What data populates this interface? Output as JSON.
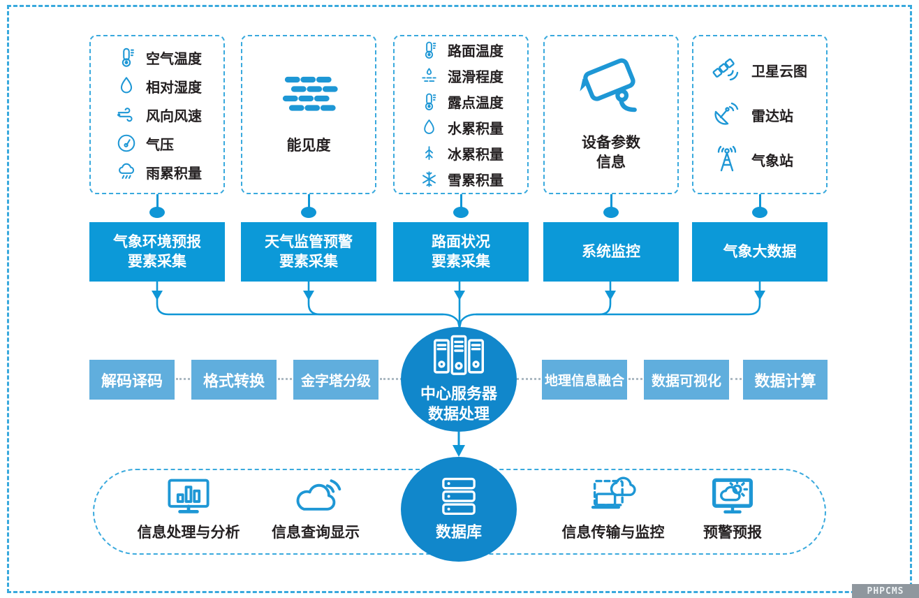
{
  "colors": {
    "collector_blue": "#0c99d8",
    "hub_blue": "#1187cb",
    "process_blue": "#60aedd",
    "dashed_border_blue": "#39a9dd",
    "icon_blue": "#1e97d5",
    "connector_blue": "#0f96d6",
    "dotted_connector_gray": "#abb9c2",
    "text_dark": "#231f20",
    "watermark_bg": "#8f979e"
  },
  "source_boxes": [
    {
      "items": [
        {
          "icon": "thermometer-icon",
          "label": "空气温度"
        },
        {
          "icon": "water-drop-icon",
          "label": "相对湿度"
        },
        {
          "icon": "wind-icon",
          "label": "风向风速"
        },
        {
          "icon": "barometer-icon",
          "label": "气压"
        },
        {
          "icon": "rain-cloud-icon",
          "label": "雨累积量"
        }
      ]
    },
    {
      "big_icon": "fog-icon",
      "label": "能见度"
    },
    {
      "items": [
        {
          "icon": "thermometer-icon",
          "label": "路面温度"
        },
        {
          "icon": "wet-road-icon",
          "label": "湿滑程度"
        },
        {
          "icon": "thermometer-icon",
          "label": "露点温度"
        },
        {
          "icon": "water-drop-icon",
          "label": "水累积量"
        },
        {
          "icon": "ice-crystal-icon",
          "label": "冰累积量"
        },
        {
          "icon": "snowflake-icon",
          "label": "雪累积量"
        }
      ]
    },
    {
      "big_icon": "cctv-camera-icon",
      "label_line1": "设备参数",
      "label_line2": "信息"
    },
    {
      "items": [
        {
          "icon": "satellite-icon",
          "label": "卫星云图"
        },
        {
          "icon": "radar-icon",
          "label": "雷达站"
        },
        {
          "icon": "antenna-icon",
          "label": "气象站"
        }
      ]
    }
  ],
  "collector_boxes": [
    {
      "line1": "气象环境预报",
      "line2": "要素采集"
    },
    {
      "line1": "天气监管预警",
      "line2": "要素采集"
    },
    {
      "line1": "路面状况",
      "line2": "要素采集"
    },
    {
      "line1": "系统监控",
      "line2": ""
    },
    {
      "line1": "气象大数据",
      "line2": ""
    }
  ],
  "process_left": [
    {
      "label": "解码译码"
    },
    {
      "label": "格式转换"
    },
    {
      "label": "金字塔分级"
    }
  ],
  "process_right": [
    {
      "label": "地理信息融合"
    },
    {
      "label": "数据可视化"
    },
    {
      "label": "数据计算"
    }
  ],
  "central_server": {
    "icon": "server-rack-icon",
    "line1": "中心服务器",
    "line2": "数据处理"
  },
  "database": {
    "icon": "database-stack-icon",
    "label": "数据库"
  },
  "output_items": [
    {
      "icon": "monitor-chart-icon",
      "label": "信息处理与分析"
    },
    {
      "icon": "cloud-signal-icon",
      "label": "信息查询显示"
    },
    {
      "icon": "laptop-cloud-icon",
      "label": "信息传输与监控"
    },
    {
      "icon": "monitor-weather-icon",
      "label": "预警预报"
    }
  ],
  "watermark": {
    "label": "PHPCMS"
  }
}
